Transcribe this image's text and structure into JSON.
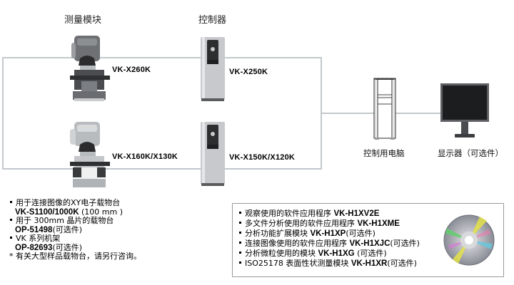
{
  "headers": {
    "measurement_unit": "测量模块",
    "controller": "控制器"
  },
  "devices": {
    "unit_top_model": "VK-X260K",
    "unit_bottom_model": "VK-X160K/X130K",
    "controller_top_model": "VK-X250K",
    "controller_bottom_model": "VK-X150K/X120K",
    "pc_label": "控制用电脑",
    "monitor_label": "显示器（可选件）"
  },
  "notes": [
    {
      "text": "用于连接图像的XY电子载物台",
      "model": "VK-S1100/1000K",
      "suffix": " (100 mm )"
    },
    {
      "text": "用于 300mm 晶片的载物台",
      "model": "OP-51498",
      "suffix": "(可选件)"
    },
    {
      "text": "VK 系列机架",
      "model": "OP-82693",
      "suffix": "(可选件)"
    }
  ],
  "footnote": "*  有关大型样品载物台，请另行咨询。",
  "software": [
    {
      "text": "观察使用的软件应用程序  ",
      "model": "VK-H1XV2E",
      "suffix": ""
    },
    {
      "text": "多文件分析使用的软件应用程序  ",
      "model": "VK-H1XME",
      "suffix": ""
    },
    {
      "text": "分析功能扩展模块  ",
      "model": "VK-H1XP",
      "suffix": "(可选件)"
    },
    {
      "text": "连接图像使用的软件应用程序  ",
      "model": "VK-H1XJC",
      "suffix": "(可选件)"
    },
    {
      "text": "分析微粒使用的模块  ",
      "model": "VK-H1XG",
      "suffix": " (可选件)"
    },
    {
      "text": "ISO25178 表面性状测量模块 ",
      "model": "VK-H1XR",
      "suffix": "(可选件)"
    }
  ],
  "colors": {
    "connector_line": "#c3c8cc",
    "box_border": "#9a9a9a"
  }
}
